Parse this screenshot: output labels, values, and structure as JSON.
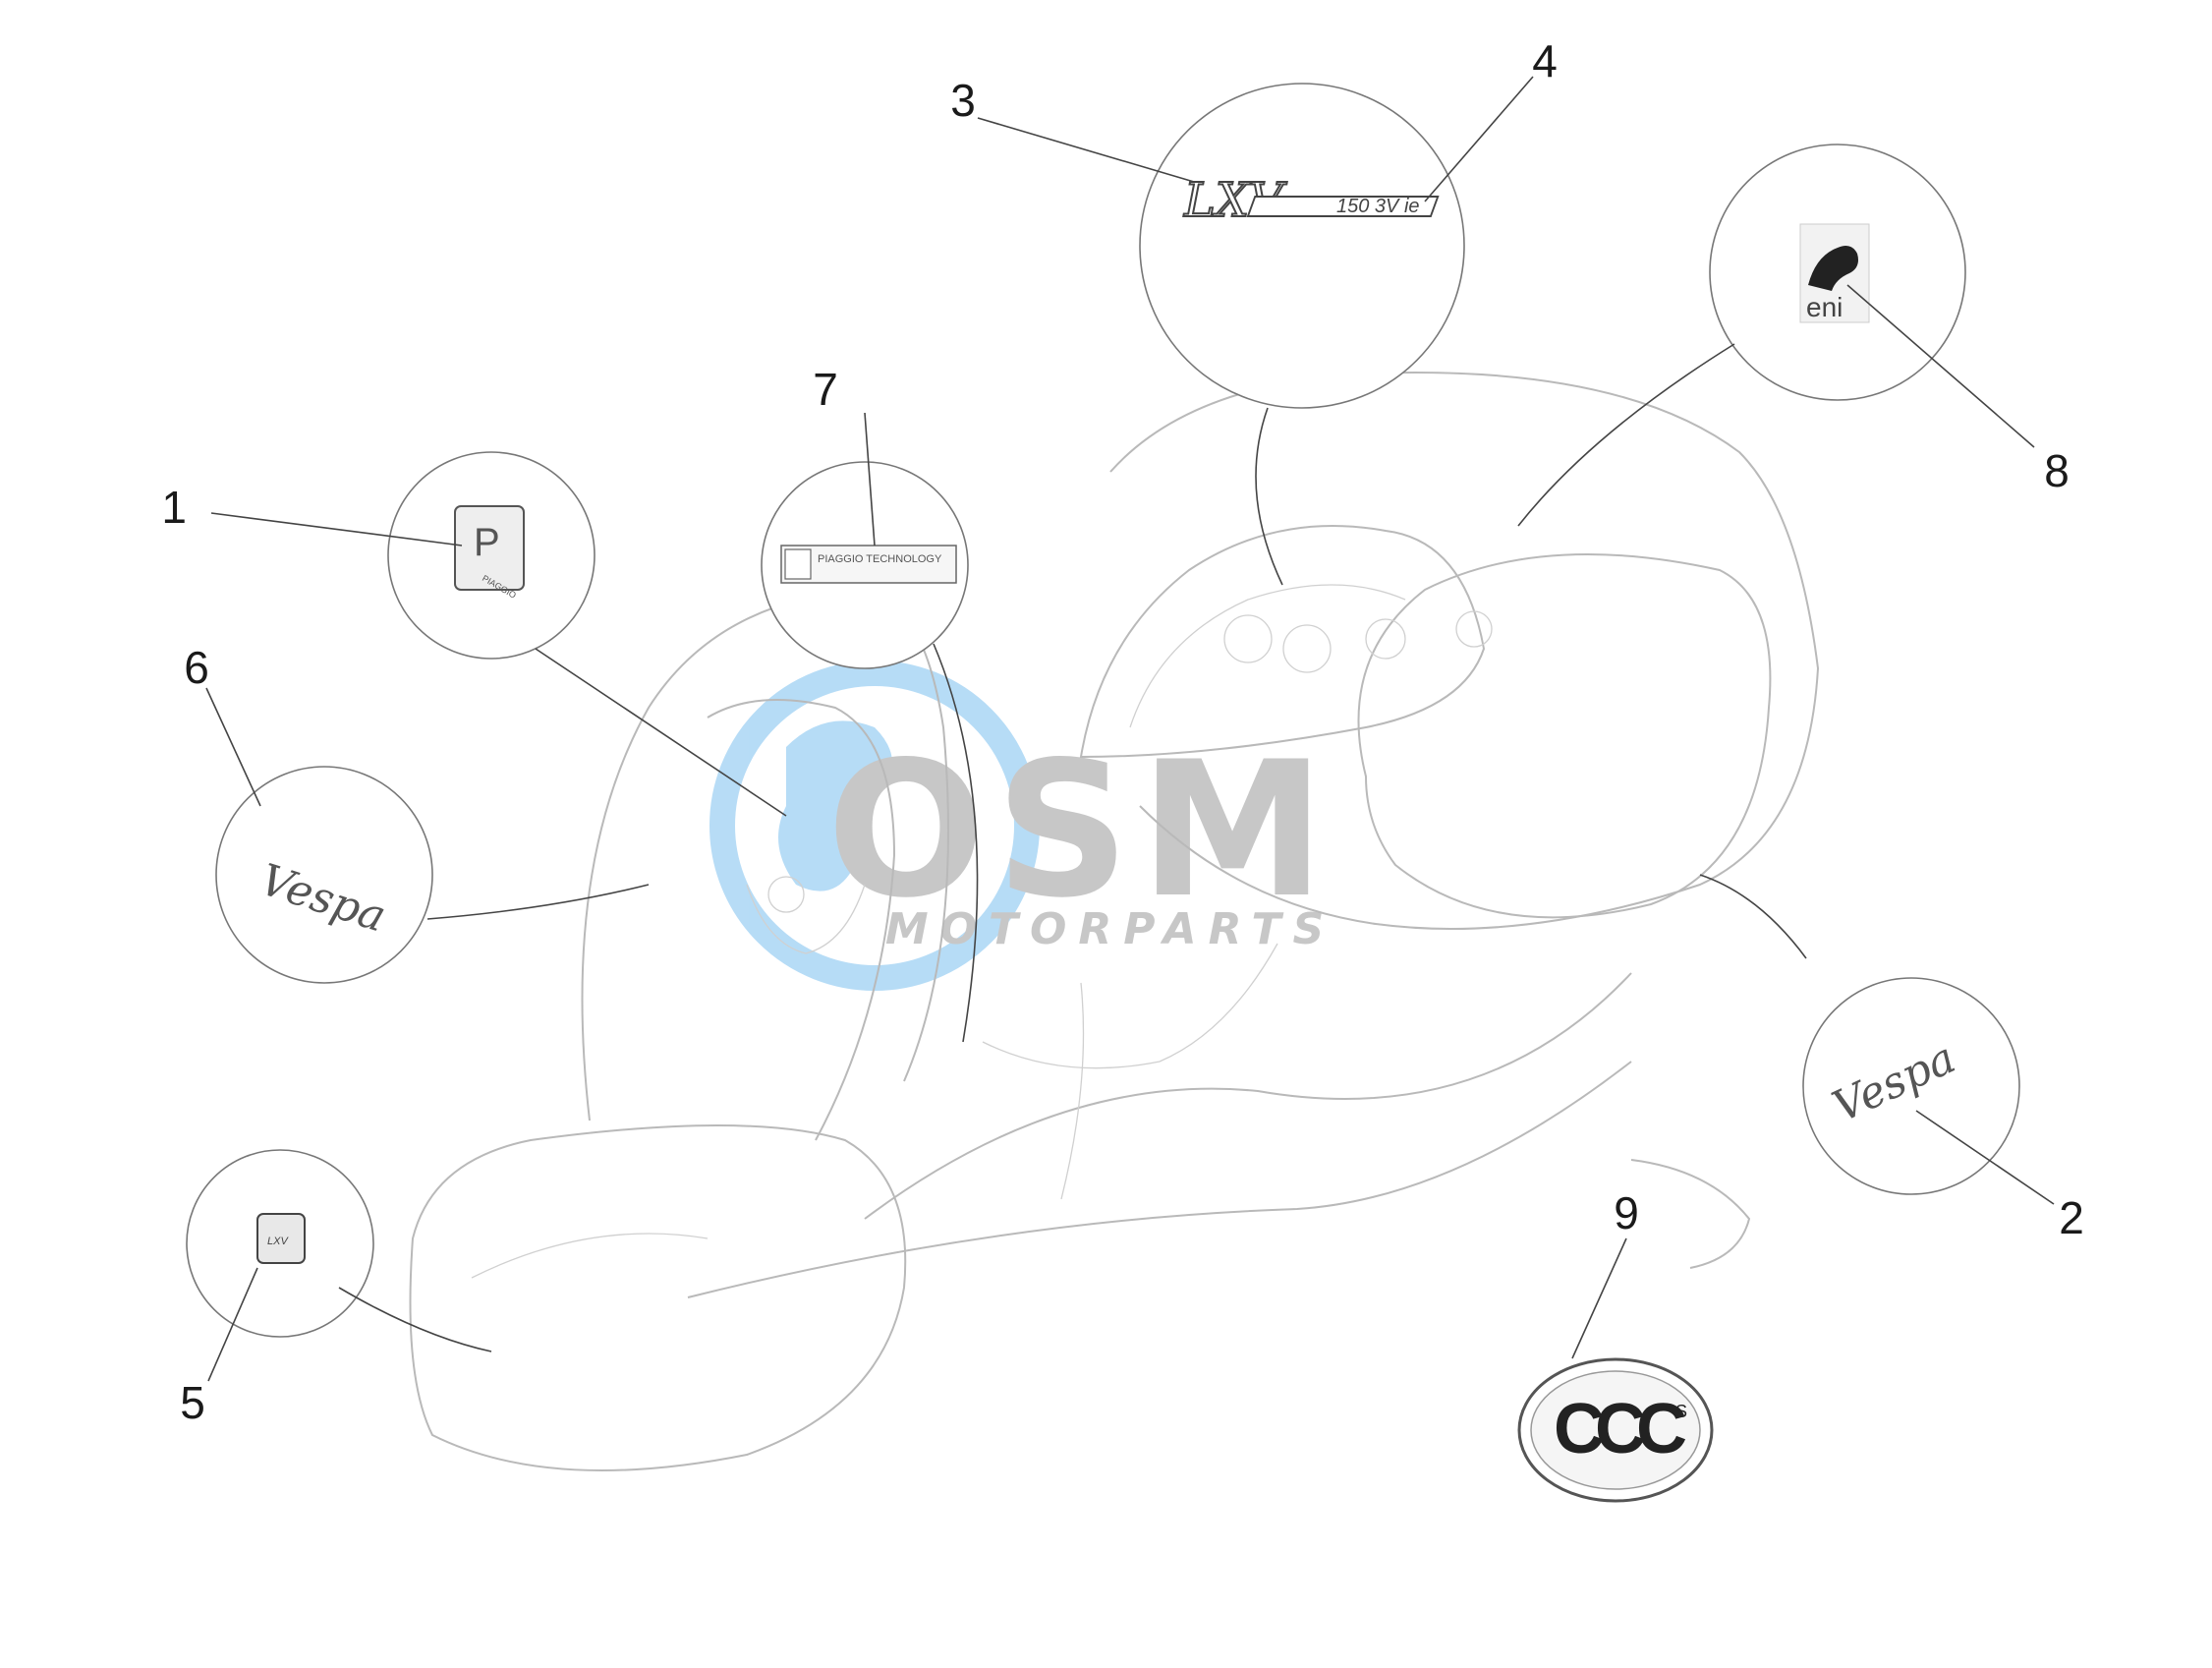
{
  "callouts": [
    {
      "id": "1",
      "label": "1"
    },
    {
      "id": "2",
      "label": "2"
    },
    {
      "id": "3",
      "label": "3"
    },
    {
      "id": "4",
      "label": "4"
    },
    {
      "id": "5",
      "label": "5"
    },
    {
      "id": "6",
      "label": "6"
    },
    {
      "id": "7",
      "label": "7"
    },
    {
      "id": "8",
      "label": "8"
    },
    {
      "id": "9",
      "label": "9"
    }
  ],
  "parts": {
    "lxv_badge": "LXV",
    "model_badge": "150 3V ie",
    "piaggio_tech_plate": "PIAGGIO TECHNOLOGY",
    "piaggio_logo_text": "PIAGGIO",
    "piaggio_logo_letter": "P",
    "eni_text": "eni",
    "vespa_script": "Vespa",
    "ccc_mark": "CCC",
    "ccc_suffix": "S",
    "small_badge": "LXV"
  },
  "watermark": {
    "brand": "OSM",
    "sub": "MOTORPARTS",
    "color_blue": "#3d9be0",
    "color_gray": "#8a8a8a"
  }
}
